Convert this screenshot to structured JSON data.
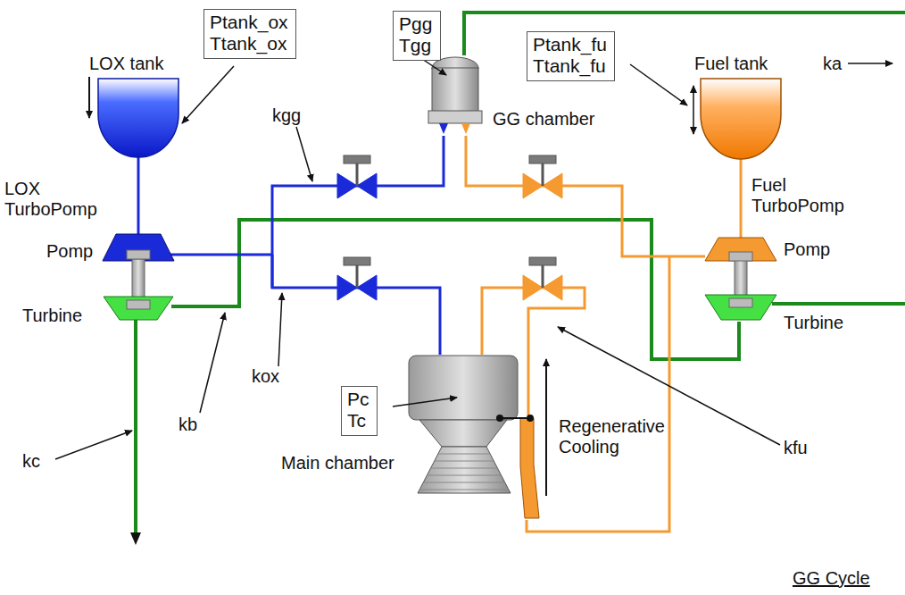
{
  "diagram": {
    "nodes": [
      {
        "text": [
          "Ptank_ox",
          "Ttank_ox"
        ]
      },
      {
        "text": [
          "Pgg",
          "Tgg"
        ]
      },
      {
        "text": [
          "Ptank_fu",
          "Ttank_fu"
        ]
      },
      {
        "text": [
          "Pc",
          "Tc"
        ]
      }
    ],
    "labels": [
      "LOX tank",
      "Fuel tank",
      "ka",
      "kgg",
      "GG chamber",
      "LOX TurboPomp",
      "Pomp",
      "Fuel TurboPomp",
      "Pomp",
      "Turbine",
      "Turbine",
      "kox",
      "kb",
      "kfu",
      "kc",
      "Regenerative Cooling",
      "Main chamber",
      "GG Cycle"
    ]
  }
}
